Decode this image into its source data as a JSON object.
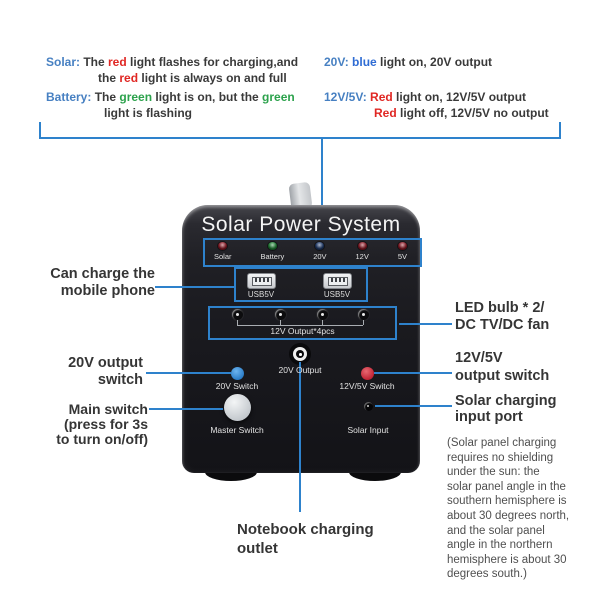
{
  "palette": {
    "accent_line_blue": "#2e82cc",
    "label_blue": "#4780c2",
    "word_blue": "#2f6cd4",
    "alert_red": "#e02723",
    "ok_green": "#2ca24c",
    "text_dark": "#3a3a3a",
    "note_gray": "#4f4f4f",
    "device_black": "#1b1b1f"
  },
  "legend": {
    "solar": {
      "label": "Solar: ",
      "l1": [
        "The ",
        "red",
        " light flashes for charging,and"
      ],
      "l2": [
        "the ",
        "red",
        " light is always on and full"
      ]
    },
    "battery": {
      "label": "Battery: ",
      "l1": [
        "The ",
        "green",
        " light is on, but the ",
        "green"
      ],
      "l2": "light is flashing"
    },
    "v20": {
      "label": "20V: ",
      "l1": [
        "blue",
        " light on, 20V output"
      ]
    },
    "v125": {
      "label": "12V/5V: ",
      "l1": [
        "Red",
        " light on, 12V/5V output"
      ],
      "l2": [
        "Red",
        " light off, 12V/5V no output"
      ]
    }
  },
  "device": {
    "title": "Solar Power System",
    "leds": [
      {
        "label": "Solar",
        "color": "#8f1522"
      },
      {
        "label": "Battery",
        "color": "#1d8433"
      },
      {
        "label": "20V",
        "color": "#1d3a6e"
      },
      {
        "label": "12V",
        "color": "#8f1522"
      },
      {
        "label": "5V",
        "color": "#8f1522"
      }
    ],
    "usb1": "USB5V",
    "usb2": "USB5V",
    "dc_label": "12V Output*4pcs",
    "out20_label": "20V Output",
    "sw20_label": "20V Switch",
    "sw125_label": "12V/5V Switch",
    "master_label": "Master Switch",
    "solar_in_label": "Solar Input"
  },
  "annotations": {
    "usb": [
      "Can charge the",
      "mobile phone"
    ],
    "sw20": [
      "20V output",
      "switch"
    ],
    "master": [
      "Main switch",
      "(press for 3s",
      "to turn on/off)"
    ],
    "dc": [
      "LED bulb * 2/",
      "DC TV/DC fan"
    ],
    "sw125": [
      "12V/5V",
      "output switch"
    ],
    "solar_in": [
      "Solar charging",
      "input port"
    ],
    "notebook": [
      "Notebook charging",
      "outlet"
    ],
    "note": [
      "(Solar panel charging",
      "requires no shielding",
      "under the sun: the",
      "solar panel angle in the",
      "southern hemisphere is",
      "about 30 degrees north,",
      "and the solar panel",
      "angle in the northern",
      "hemisphere is about 30",
      "degrees south.)"
    ]
  }
}
